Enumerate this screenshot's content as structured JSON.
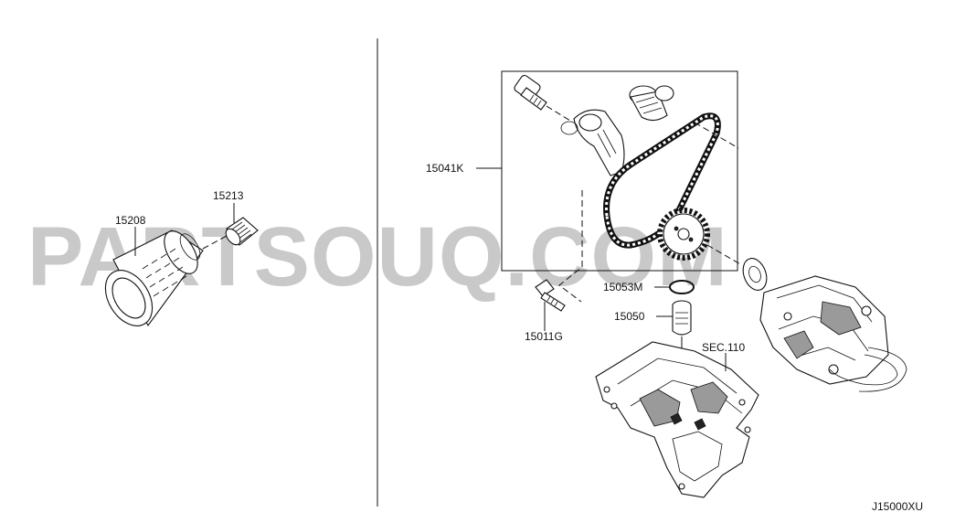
{
  "watermark": "PARTSOUQ.COM",
  "diagram_code": "J15000XU",
  "parts": [
    {
      "id": "oil-filter",
      "label": "15208"
    },
    {
      "id": "connector-bolt",
      "label": "15213"
    },
    {
      "id": "chain-kit",
      "label": "15041K"
    },
    {
      "id": "o-ring",
      "label": "15053M"
    },
    {
      "id": "strainer",
      "label": "15050"
    },
    {
      "id": "bolt",
      "label": "15011G"
    },
    {
      "id": "oil-pan-ref",
      "label": "SEC.110"
    }
  ]
}
